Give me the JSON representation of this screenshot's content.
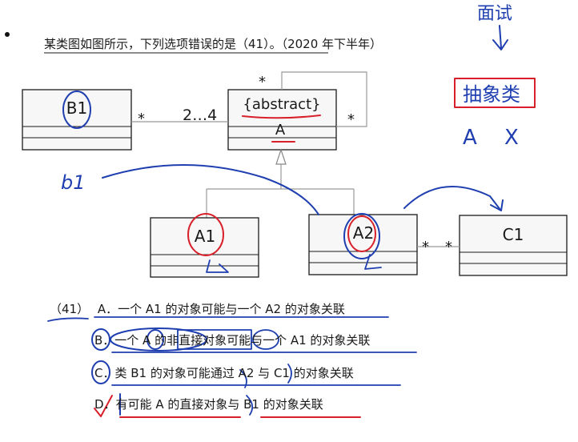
{
  "question": {
    "stem": "某类图如图所示，下列选项错误的是（41）。（2020 年下半年）"
  },
  "diagram": {
    "classes": {
      "b1": "B1",
      "a_stereotype": "{abstract}",
      "a": "A",
      "a1": "A1",
      "a2": "A2",
      "c1": "C1"
    },
    "multiplicity": {
      "b1_side": "*",
      "a_side_range": "2…4",
      "self_assoc_top": "*",
      "self_assoc_right": "*",
      "a2_c1_left": "*",
      "a2_c1_right": "*"
    }
  },
  "options": {
    "label": "（41）",
    "a": "A．一个 A1 的对象可能与一个 A2 的对象关联",
    "b": "B．一个 A 的非直接对象可能与一个 A1 的对象关联",
    "c": "C．类 B1 的对象可能通过 A2 与 C1 的对象关联",
    "d": "D．有可能 A 的直接对象与 B1 的对象关联"
  },
  "annotations": {
    "top_right_note": "面试",
    "abstract_class_note": "抽象类",
    "a_mark": "A",
    "x_mark": "X",
    "b1_note": "b1"
  },
  "colors": {
    "ink": "#1a1a1a",
    "box_fill": "#f7f7f7",
    "blue_pen": "#1f3fb0",
    "red_pen": "#d8202a"
  }
}
